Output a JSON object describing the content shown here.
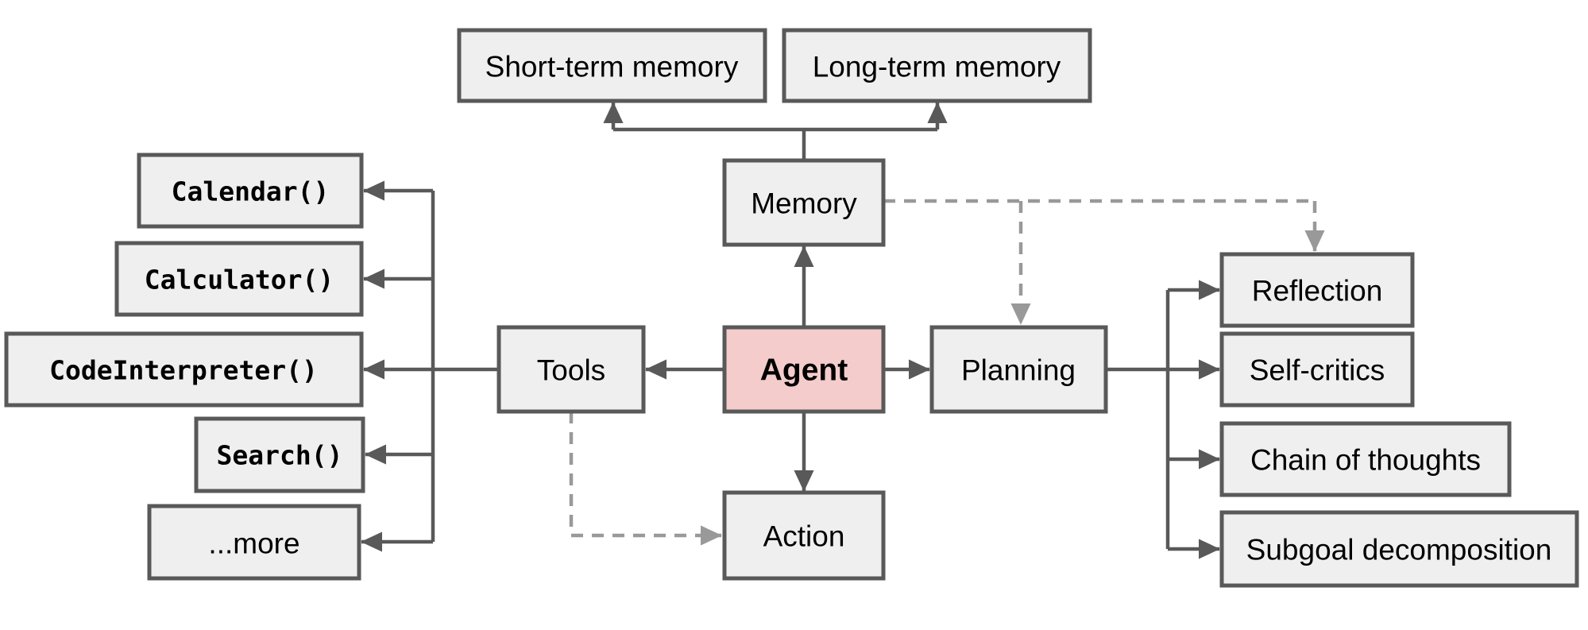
{
  "diagram": {
    "background": "#ffffff",
    "colors": {
      "node_fill": "#efefef",
      "node_border": "#595959",
      "agent_fill": "#f4cccc",
      "solid_arrow": "#595959",
      "dashed_arrow": "#999999",
      "text": "#000000"
    },
    "nodes": {
      "agent": {
        "label": "Agent"
      },
      "memory": {
        "label": "Memory"
      },
      "tools": {
        "label": "Tools"
      },
      "planning": {
        "label": "Planning"
      },
      "action": {
        "label": "Action"
      },
      "short_term_memory": {
        "label": "Short-term memory"
      },
      "long_term_memory": {
        "label": "Long-term memory"
      },
      "calendar": {
        "label": "Calendar()"
      },
      "calculator": {
        "label": "Calculator()"
      },
      "code_interpreter": {
        "label": "CodeInterpreter()"
      },
      "search": {
        "label": "Search()"
      },
      "more": {
        "label": "...more"
      },
      "reflection": {
        "label": "Reflection"
      },
      "self_critics": {
        "label": "Self-critics"
      },
      "chain_of_thoughts": {
        "label": "Chain of thoughts"
      },
      "subgoal_decomposition": {
        "label": "Subgoal decomposition"
      }
    },
    "edges": [
      {
        "from": "agent",
        "to": "memory",
        "style": "solid"
      },
      {
        "from": "agent",
        "to": "tools",
        "style": "solid"
      },
      {
        "from": "agent",
        "to": "planning",
        "style": "solid"
      },
      {
        "from": "agent",
        "to": "action",
        "style": "solid"
      },
      {
        "from": "memory",
        "to": "short_term_memory",
        "style": "solid"
      },
      {
        "from": "memory",
        "to": "long_term_memory",
        "style": "solid"
      },
      {
        "from": "tools",
        "to": "calendar",
        "style": "solid"
      },
      {
        "from": "tools",
        "to": "calculator",
        "style": "solid"
      },
      {
        "from": "tools",
        "to": "code_interpreter",
        "style": "solid"
      },
      {
        "from": "tools",
        "to": "search",
        "style": "solid"
      },
      {
        "from": "tools",
        "to": "more",
        "style": "solid"
      },
      {
        "from": "planning",
        "to": "reflection",
        "style": "solid"
      },
      {
        "from": "planning",
        "to": "self_critics",
        "style": "solid"
      },
      {
        "from": "planning",
        "to": "chain_of_thoughts",
        "style": "solid"
      },
      {
        "from": "planning",
        "to": "subgoal_decomposition",
        "style": "solid"
      },
      {
        "from": "memory",
        "to": "planning",
        "style": "dashed"
      },
      {
        "from": "memory",
        "to": "reflection",
        "style": "dashed"
      },
      {
        "from": "tools",
        "to": "action",
        "style": "dashed"
      }
    ]
  }
}
